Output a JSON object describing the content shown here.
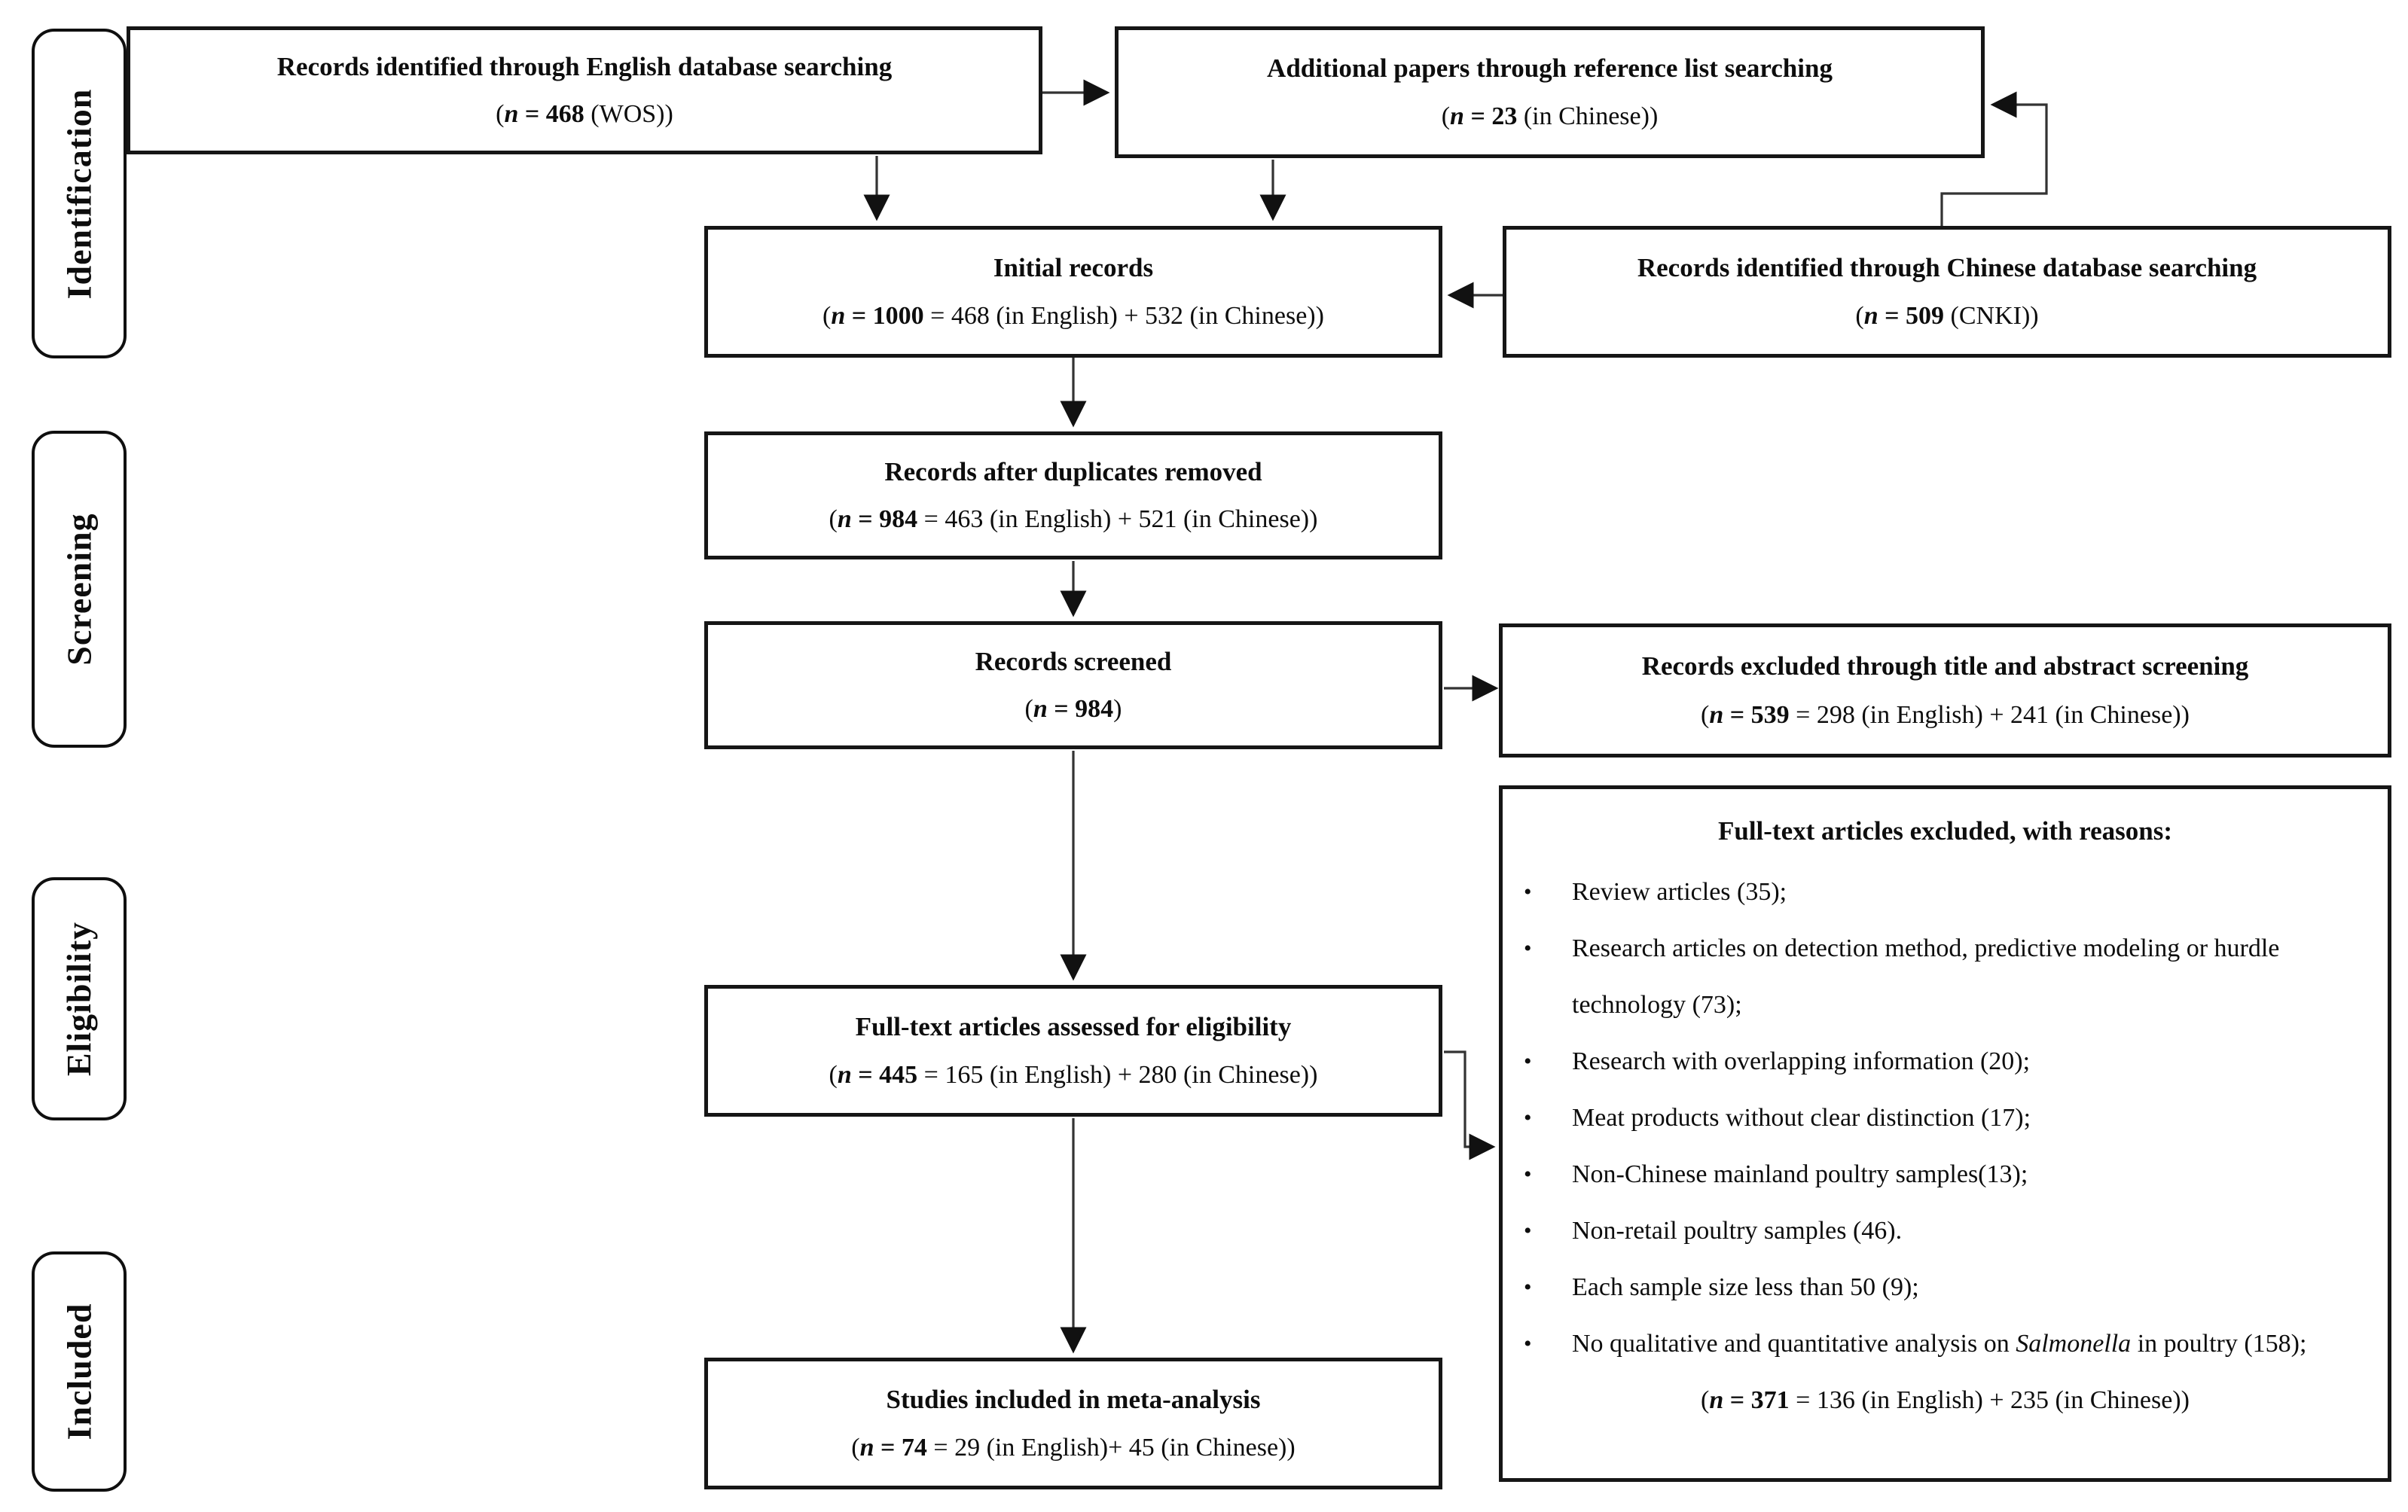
{
  "stages": [
    {
      "label": "Identification"
    },
    {
      "label": "Screening"
    },
    {
      "label": "Eligibility"
    },
    {
      "label": "Included"
    }
  ],
  "flow": {
    "english_db": {
      "title": "Records identified through English database searching",
      "n": [
        {
          "t": "("
        },
        {
          "t": "n",
          "b": true,
          "i": true
        },
        {
          "t": " = ",
          "b": true
        },
        {
          "t": "468",
          "b": true
        },
        {
          "t": " (WOS))"
        }
      ]
    },
    "reference_list": {
      "title": "Additional papers through reference list searching",
      "n": [
        {
          "t": "("
        },
        {
          "t": "n",
          "b": true,
          "i": true
        },
        {
          "t": " = ",
          "b": true
        },
        {
          "t": "23",
          "b": true
        },
        {
          "t": " (in Chinese))"
        }
      ]
    },
    "initial_records": {
      "title": "Initial records",
      "n": [
        {
          "t": "("
        },
        {
          "t": "n",
          "b": true,
          "i": true
        },
        {
          "t": " = ",
          "b": true
        },
        {
          "t": "1000",
          "b": true
        },
        {
          "t": " = 468 (in English) + 532 (in Chinese))"
        }
      ]
    },
    "chinese_db": {
      "title": "Records identified through Chinese database searching",
      "n": [
        {
          "t": "("
        },
        {
          "t": "n",
          "b": true,
          "i": true
        },
        {
          "t": " = ",
          "b": true
        },
        {
          "t": "509",
          "b": true
        },
        {
          "t": " (CNKI))"
        }
      ]
    },
    "after_duplicates": {
      "title": "Records after duplicates removed",
      "n": [
        {
          "t": "("
        },
        {
          "t": "n",
          "b": true,
          "i": true
        },
        {
          "t": " = ",
          "b": true
        },
        {
          "t": "984",
          "b": true
        },
        {
          "t": " = 463 (in English) + 521 (in Chinese))"
        }
      ]
    },
    "screened": {
      "title": "Records screened",
      "n": [
        {
          "t": "("
        },
        {
          "t": "n",
          "b": true,
          "i": true
        },
        {
          "t": " = ",
          "b": true
        },
        {
          "t": "984",
          "b": true
        },
        {
          "t": ")"
        }
      ]
    },
    "excluded_screening": {
      "title": "Records excluded through title and abstract screening",
      "n": [
        {
          "t": "("
        },
        {
          "t": "n",
          "b": true,
          "i": true
        },
        {
          "t": " = ",
          "b": true
        },
        {
          "t": "539",
          "b": true
        },
        {
          "t": " = 298 (in English) + 241 (in Chinese))"
        }
      ]
    },
    "fulltext_assessed": {
      "title": "Full-text articles assessed for eligibility",
      "n": [
        {
          "t": "("
        },
        {
          "t": "n",
          "b": true,
          "i": true
        },
        {
          "t": " = ",
          "b": true
        },
        {
          "t": "445",
          "b": true
        },
        {
          "t": " = 165 (in English) + 280 (in Chinese))"
        }
      ]
    },
    "fulltext_excluded": {
      "title": "Full-text articles excluded, with reasons:",
      "bullet_glyph": "•",
      "bullets": [
        [
          {
            "t": "Review articles (35);"
          }
        ],
        [
          {
            "t": "Research articles on detection method, predictive modeling or hurdle technology (73);"
          }
        ],
        [
          {
            "t": "Research with overlapping information (20);"
          }
        ],
        [
          {
            "t": "Meat products without clear distinction (17);"
          }
        ],
        [
          {
            "t": "Non-Chinese mainland poultry samples(13);"
          }
        ],
        [
          {
            "t": "Non-retail poultry samples (46)."
          }
        ],
        [
          {
            "t": "Each sample size less than 50 (9);"
          }
        ],
        [
          {
            "t": "No qualitative and quantitative analysis on "
          },
          {
            "t": "Salmonella",
            "i": true
          },
          {
            "t": " in poultry (158);"
          }
        ]
      ],
      "n": [
        {
          "t": "("
        },
        {
          "t": "n",
          "b": true,
          "i": true
        },
        {
          "t": " = ",
          "b": true
        },
        {
          "t": "371",
          "b": true
        },
        {
          "t": "  = 136 (in English) + 235 (in Chinese))"
        }
      ]
    },
    "included_meta": {
      "title": "Studies included in meta-analysis",
      "n": [
        {
          "t": "("
        },
        {
          "t": "n",
          "b": true,
          "i": true
        },
        {
          "t": " = ",
          "b": true
        },
        {
          "t": "74",
          "b": true
        },
        {
          "t": " = 29 (in English)+ 45 (in Chinese))"
        }
      ]
    }
  },
  "colors": {
    "box_border": "#161616",
    "connector": "#333333",
    "text": "#0d0d0d",
    "background": "#ffffff"
  }
}
